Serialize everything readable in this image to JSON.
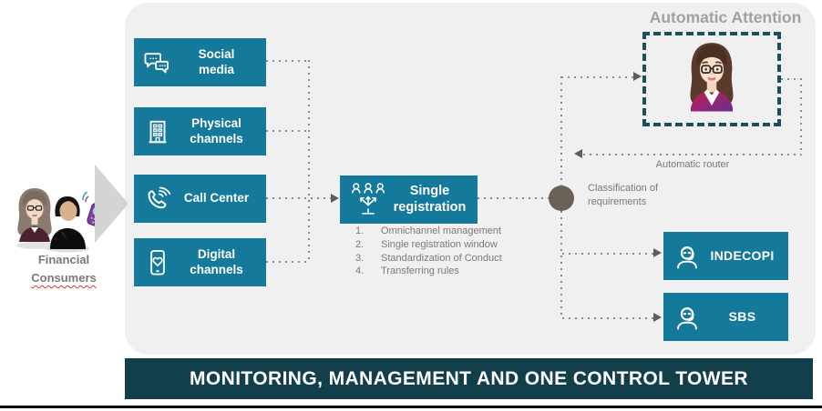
{
  "colors": {
    "box_teal": "#15799B",
    "banner_teal": "#133F4C",
    "panel_gray": "#F0F0F0",
    "dashed_border": "#1B4F5E",
    "connector_gray": "#8A8A8A",
    "node_gray": "#696259",
    "muted_text": "#7D7873",
    "title_gray": "#A5A09B"
  },
  "consumers": {
    "label_line1": "Financial",
    "label_line2": "Consumers",
    "icon": "consumers-clipart"
  },
  "channels": [
    {
      "line1": "Social",
      "line2": "media",
      "icon": "chat-bubbles-icon"
    },
    {
      "line1": "Physical",
      "line2": "channels",
      "icon": "building-icon"
    },
    {
      "line1": "Call Center",
      "line2": "",
      "icon": "phone-waves-icon"
    },
    {
      "line1": "Digital",
      "line2": "channels",
      "icon": "smartphone-heart-icon"
    }
  ],
  "single_registration": {
    "line1": "Single",
    "line2": "registration",
    "icon": "people-distribution-icon",
    "note_numbers": [
      "1.",
      "2.",
      "3.",
      "4."
    ],
    "notes": [
      "Omnichannel management",
      "Single registration window",
      "Standardization of Conduct",
      "Transferring rules"
    ]
  },
  "automatic_attention": {
    "title": "Automatic Attention",
    "router_label": "Automatic router",
    "icon": "agent-avatar"
  },
  "classification_label": "Classification of requirements",
  "regulators": [
    {
      "label": "INDECOPI",
      "icon": "support-agent-icon"
    },
    {
      "label": "SBS",
      "icon": "support-agent-icon"
    }
  ],
  "banner": {
    "title": "MONITORING, MANAGEMENT AND ONE CONTROL TOWER"
  }
}
